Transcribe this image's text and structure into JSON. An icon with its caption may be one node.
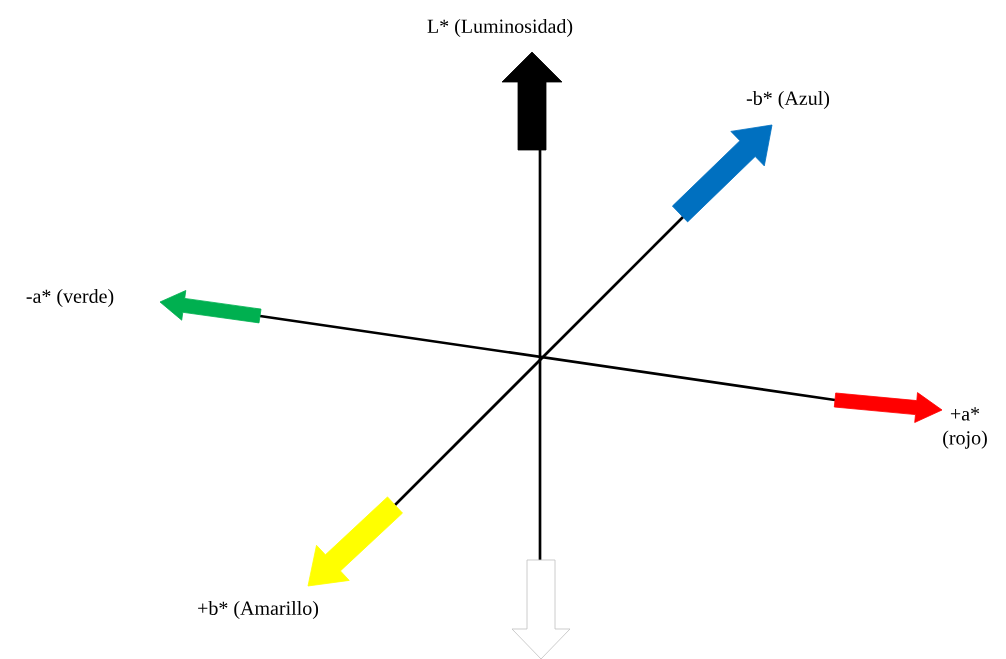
{
  "diagram": {
    "labels": [
      "L* (Luminosidad)",
      "-b* (Azul)",
      "-a* (verde)",
      "+a* (rojo)",
      "+b* (Amarillo)"
    ]
  }
}
